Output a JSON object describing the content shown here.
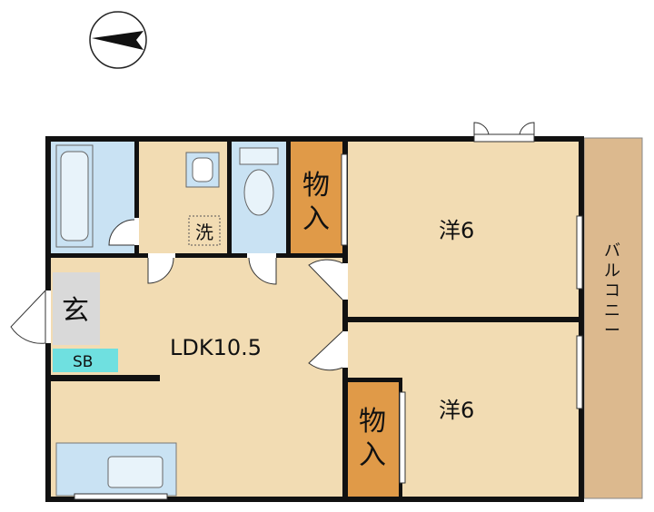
{
  "floorplan": {
    "rooms": {
      "western_room_upper": "洋6",
      "western_room_lower": "洋6",
      "ldk": "LDK10.5",
      "entrance": "玄",
      "shoe_box": "SB",
      "closet_upper": [
        "物",
        "入"
      ],
      "closet_lower": [
        "物",
        "入"
      ],
      "laundry": "洗",
      "balcony": [
        "バ",
        "ル",
        "コ",
        "ニ",
        "ー"
      ]
    },
    "compass": {
      "icon": "north-arrow-icon",
      "direction": "left"
    },
    "colors": {
      "room_floor": "#f2dcb3",
      "wet_area": "#c9e2f3",
      "closet": "#e09a48",
      "balcony": "#dcb98e",
      "entrance": "#d9d9d9",
      "shoe_box": "#6fe0e0",
      "kitchen": "#c9e2f3",
      "wall": "#111111"
    }
  }
}
